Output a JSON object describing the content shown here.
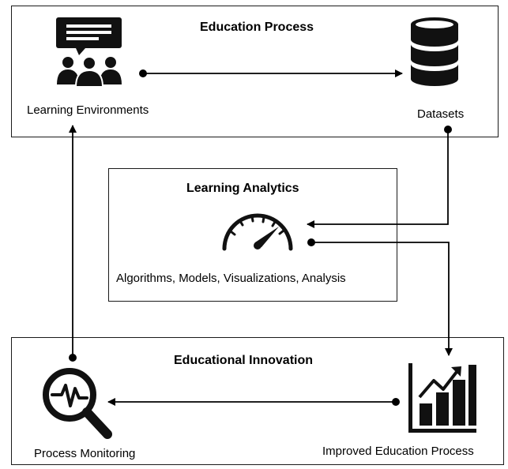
{
  "education_process": {
    "title": "Education Process",
    "learning_environments_label": "Learning Environments",
    "datasets_label": "Datasets"
  },
  "learning_analytics": {
    "title": "Learning Analytics",
    "subtitle": "Algorithms, Models, Visualizations, Analysis"
  },
  "educational_innovation": {
    "title": "Educational Innovation",
    "process_monitoring_label": "Process Monitoring",
    "improved_process_label": "Improved Education Process"
  },
  "icons": {
    "learning_environments": "presentation-group-icon",
    "datasets": "database-icon",
    "learning_analytics": "speedometer-gauge-icon",
    "process_monitoring": "magnifier-pulse-icon",
    "improved_process": "growth-bar-chart-icon"
  },
  "colors": {
    "line": "#000000",
    "icon": "#111111"
  }
}
